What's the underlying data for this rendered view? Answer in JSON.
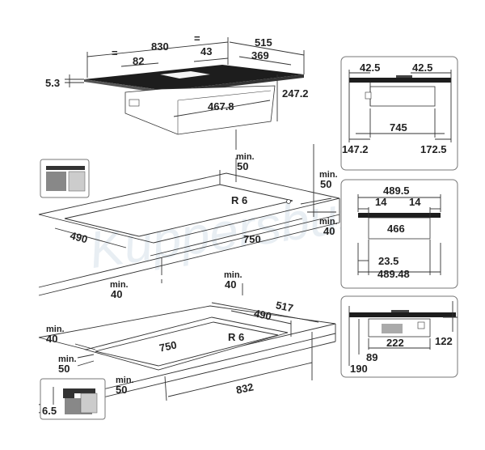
{
  "watermark": "Kuppersbusch",
  "top_view": {
    "eq_left": "=",
    "eq_right": "=",
    "width_830": "830",
    "depth_515": "515",
    "offset_82": "82",
    "slot_43": "43",
    "depth_369": "369",
    "glass_5_3": "5.3",
    "body_467_8": "467.8",
    "height_247_2": "247.2"
  },
  "cutout_1": {
    "min_50_top_a": "min.",
    "min_50_top_b": "50",
    "min_50_right_a": "min.",
    "min_50_right_b": "50",
    "min_40_right_a": "min.",
    "min_40_right_b": "40",
    "radius": "R 6",
    "depth_490": "490",
    "width_750": "750",
    "min_40_bottom_a": "min.",
    "min_40_bottom_b": "40"
  },
  "cutout_2": {
    "min_40_top_a": "min.",
    "min_40_top_b": "40",
    "depth_517": "517",
    "depth_490": "490",
    "radius": "R 6",
    "width_750": "750",
    "min_40_left_a": "min.",
    "min_40_left_b": "40",
    "min_50_left_a": "min.",
    "min_50_left_b": "50",
    "min_50_bottom_a": "min.",
    "min_50_bottom_b": "50",
    "width_832": "832",
    "step_6_5": "6.5"
  },
  "panel_side": {
    "left_42_5": "42.5",
    "right_42_5": "42.5",
    "width_745": "745",
    "left_147_2": "147.2",
    "right_172_5": "172.5"
  },
  "panel_front": {
    "top_489_5": "489.5",
    "left_14": "14",
    "right_14": "14",
    "body_466": "466",
    "bottom_23_5": "23.5",
    "bottom_489_48": "489.48"
  },
  "panel_section": {
    "width_222": "222",
    "height_122": "122",
    "depth_89": "89",
    "depth_190": "190"
  }
}
